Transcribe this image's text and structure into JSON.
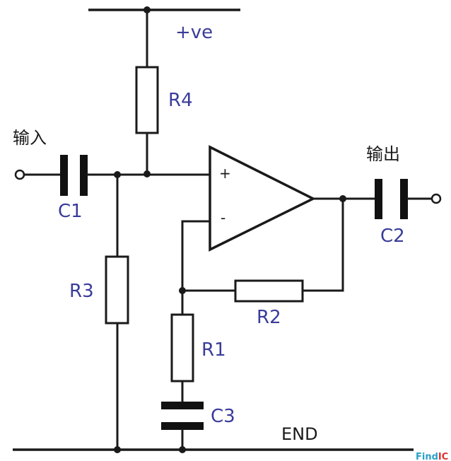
{
  "labels": {
    "supply": "+ve",
    "input": "输入",
    "output": "输出",
    "ground": "END",
    "plus": "+",
    "minus": "-"
  },
  "components": {
    "r1": "R1",
    "r2": "R2",
    "r3": "R3",
    "r4": "R4",
    "c1": "C1",
    "c2": "C2",
    "c3": "C3"
  },
  "watermark": {
    "part_a": "Find",
    "part_b": "IC"
  },
  "colors": {
    "component_label": "#3a3c9a",
    "line": "#1a1a1a"
  }
}
